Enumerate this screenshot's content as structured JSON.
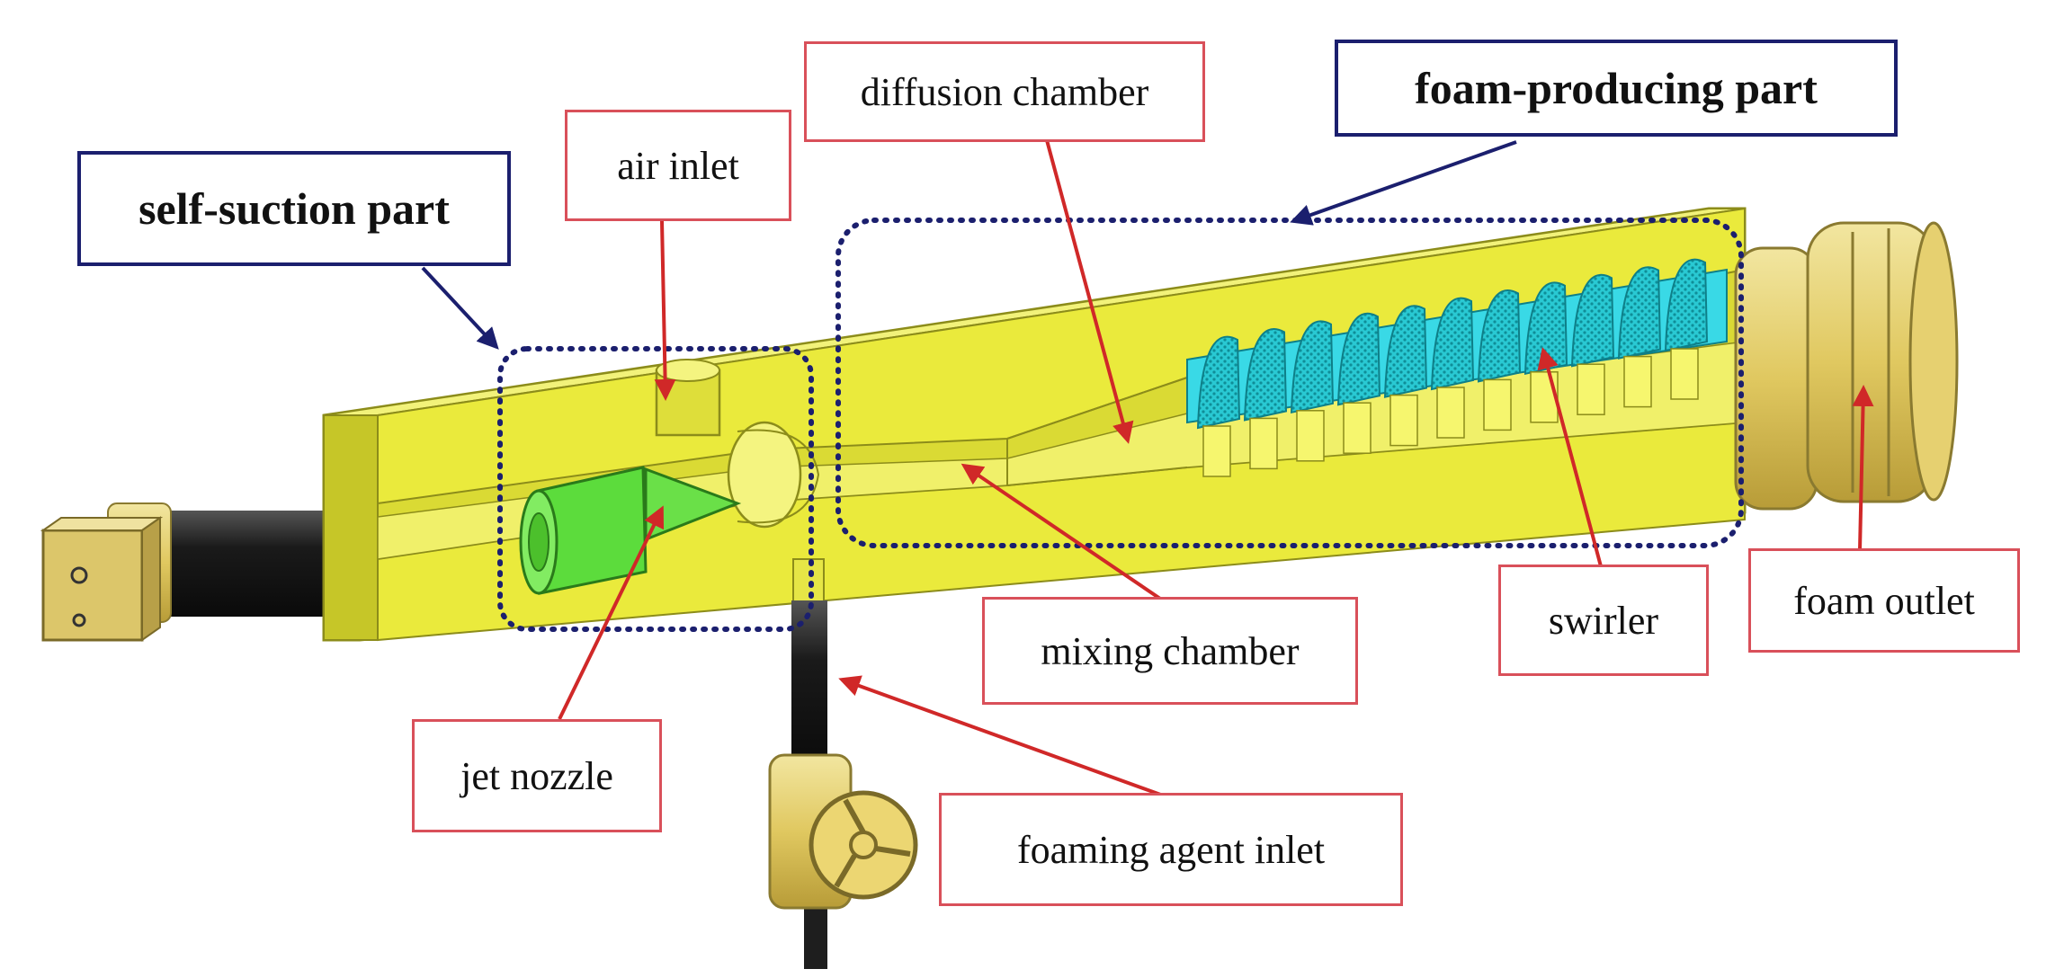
{
  "diagram": {
    "group_labels": {
      "self_suction": "self-suction part",
      "foam_producing": "foam-producing part"
    },
    "part_labels": {
      "air_inlet": "air inlet",
      "diffusion_chamber": "diffusion chamber",
      "jet_nozzle": "jet nozzle",
      "mixing_chamber": "mixing chamber",
      "foaming_agent_inlet": "foaming agent inlet",
      "swirler": "swirler",
      "foam_outlet": "foam outlet"
    },
    "colors": {
      "body": "#eaea3c",
      "body_shade": "#c8c82a",
      "body_dark": "#a8a820",
      "nozzle": "#5cdc3c",
      "swirler": "#2fd6e0",
      "hose": "#1e1e1e",
      "fitting": "#e6d070",
      "callout_border": "#d9505a",
      "callout_arrow": "#d02828",
      "group_border": "#1b1f6e",
      "group_outline": "#1b1f6e"
    }
  }
}
